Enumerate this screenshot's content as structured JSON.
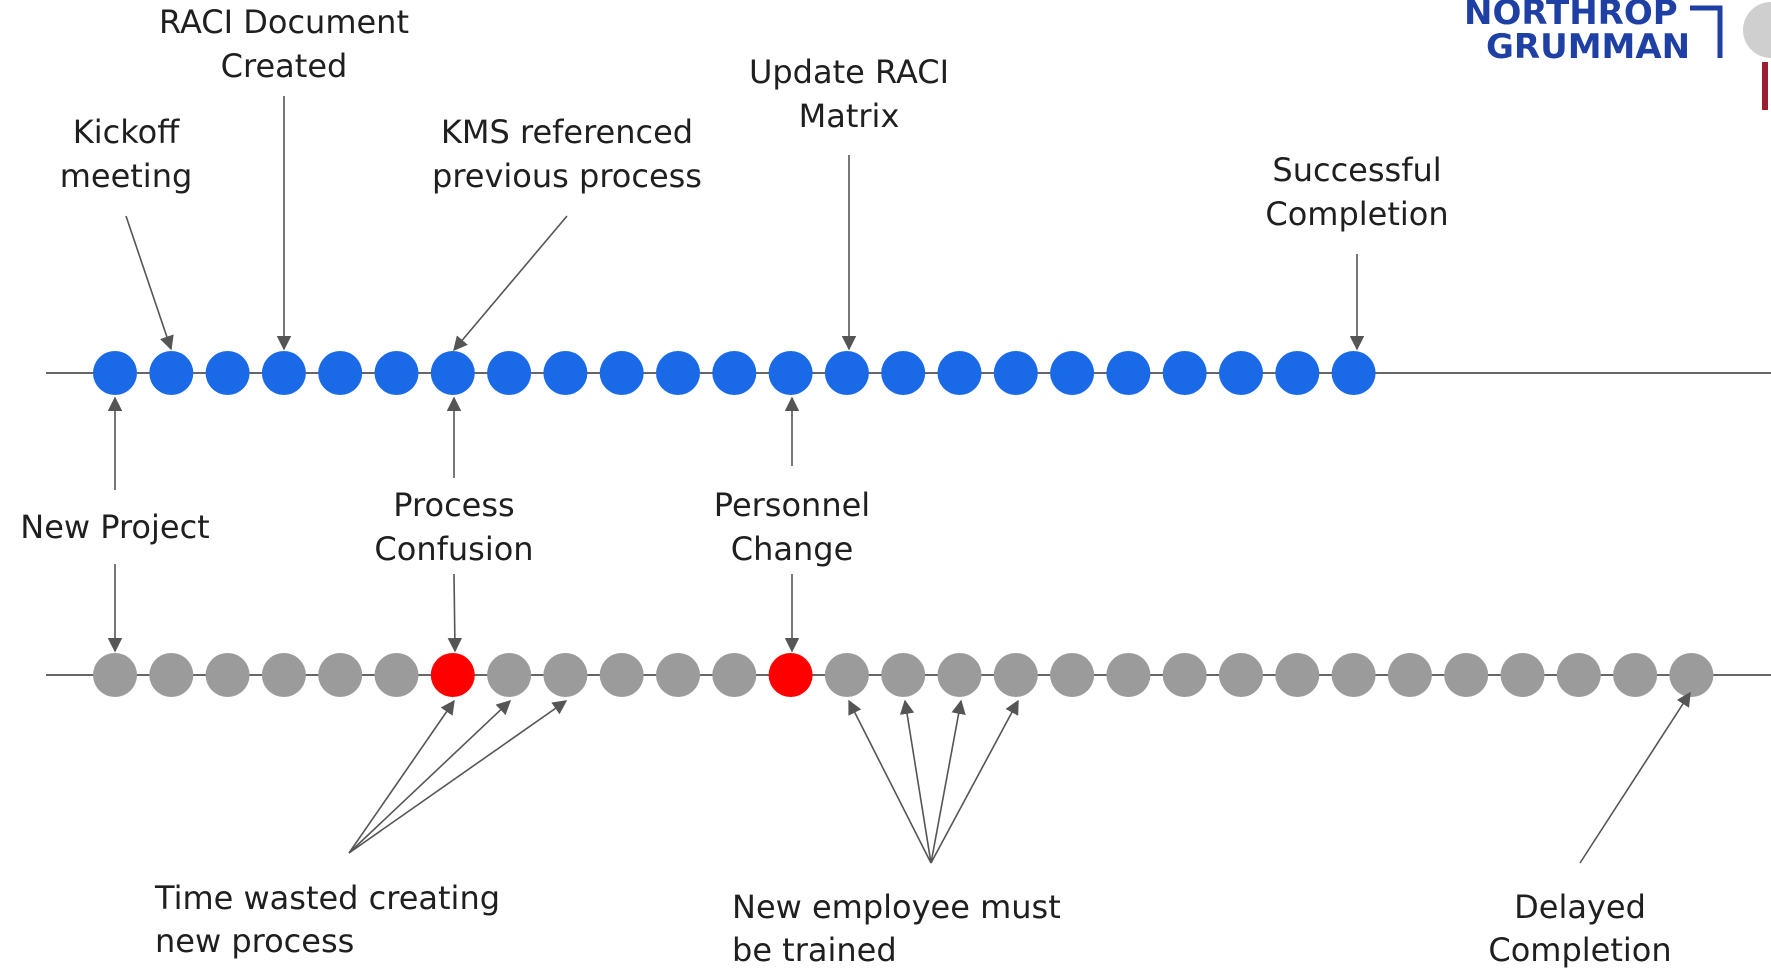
{
  "logo": {
    "line1": "NORTHROP",
    "line2": "GRUMMAN",
    "color": "#1e3fa3"
  },
  "colors": {
    "good_dot": "#1a6ae8",
    "normal_dot": "#9b9b9b",
    "problem_dot": "#ff0000",
    "line": "#666666",
    "arrow": "#555555"
  },
  "timelines": {
    "top": {
      "dot_count": 23,
      "dot_color": "good_dot",
      "highlighted": []
    },
    "bottom": {
      "dot_count": 29,
      "dot_color": "normal_dot",
      "highlighted": [
        6,
        12
      ]
    }
  },
  "labels": {
    "raci_created": [
      "RACI Document",
      "Created"
    ],
    "kickoff": [
      "Kickoff",
      "meeting"
    ],
    "kms": [
      "KMS referenced",
      "previous process"
    ],
    "update_raci": [
      "Update RACI",
      "Matrix"
    ],
    "successful": [
      "Successful",
      "Completion"
    ],
    "new_project": [
      "New Project"
    ],
    "process_confusion": [
      "Process",
      "Confusion"
    ],
    "personnel_change": [
      "Personnel",
      "Change"
    ],
    "time_wasted": [
      "Time wasted creating",
      "new process"
    ],
    "new_employee": [
      "New employee must",
      "be trained"
    ],
    "delayed": [
      "Delayed",
      "Completion"
    ]
  }
}
